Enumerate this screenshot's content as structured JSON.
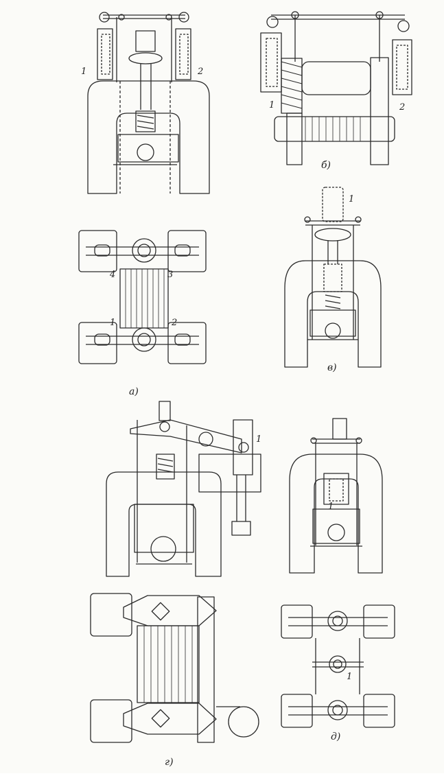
{
  "figure": {
    "panels": [
      {
        "id": "a",
        "caption": "a)",
        "labels": [
          "1",
          "2",
          "4",
          "3",
          "1",
          "2"
        ]
      },
      {
        "id": "b",
        "caption": "б)",
        "labels": [
          "1",
          "2"
        ]
      },
      {
        "id": "v",
        "caption": "в)",
        "labels": [
          "1"
        ]
      },
      {
        "id": "g",
        "caption": "г)",
        "labels": [
          "1"
        ]
      },
      {
        "id": "d",
        "caption": "д)",
        "labels": [
          "1",
          "1"
        ]
      }
    ]
  },
  "style": {
    "ink": "#2a2a2a",
    "paper": "#fbfbf8"
  }
}
